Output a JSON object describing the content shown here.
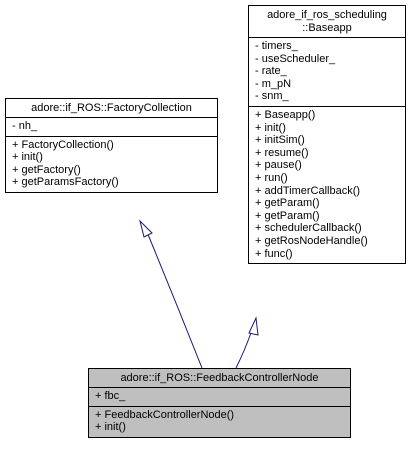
{
  "factory_collection": {
    "title": "adore::if_ROS::FactoryCollection",
    "attributes": [
      "- nh_"
    ],
    "methods": [
      "+ FactoryCollection()",
      "+ init()",
      "+ getFactory()",
      "+ getParamsFactory()"
    ]
  },
  "baseapp": {
    "title_line1": "adore_if_ros_scheduling",
    "title_line2": "::Baseapp",
    "attributes": [
      "- timers_",
      "- useScheduler_",
      "- rate_",
      "- m_pN",
      "- snm_"
    ],
    "methods": [
      "+ Baseapp()",
      "+ init()",
      "+ initSim()",
      "+ resume()",
      "+ pause()",
      "+ run()",
      "+ addTimerCallback()",
      "+ getParam()",
      "+ getParam()",
      "+ schedulerCallback()",
      "+ getRosNodeHandle()",
      "+ func()"
    ]
  },
  "feedback_controller_node": {
    "title": "adore::if_ROS::FeedbackControllerNode",
    "attributes": [
      "+ fbc_"
    ],
    "methods": [
      "+ FeedbackControllerNode()",
      "+ init()"
    ]
  }
}
